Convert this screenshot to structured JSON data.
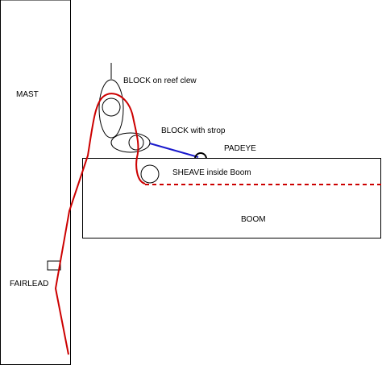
{
  "labels": {
    "mast": "MAST",
    "fairlead": "FAIRLEAD",
    "block_reef_clew": "BLOCK on reef clew",
    "block_strop": "BLOCK with strop",
    "padeye": "PADEYE",
    "sheave": "SHEAVE inside Boom",
    "boom": "BOOM"
  },
  "colors": {
    "outline": "#000000",
    "reef_line": "#cc0000",
    "strop": "#1a1acc"
  }
}
